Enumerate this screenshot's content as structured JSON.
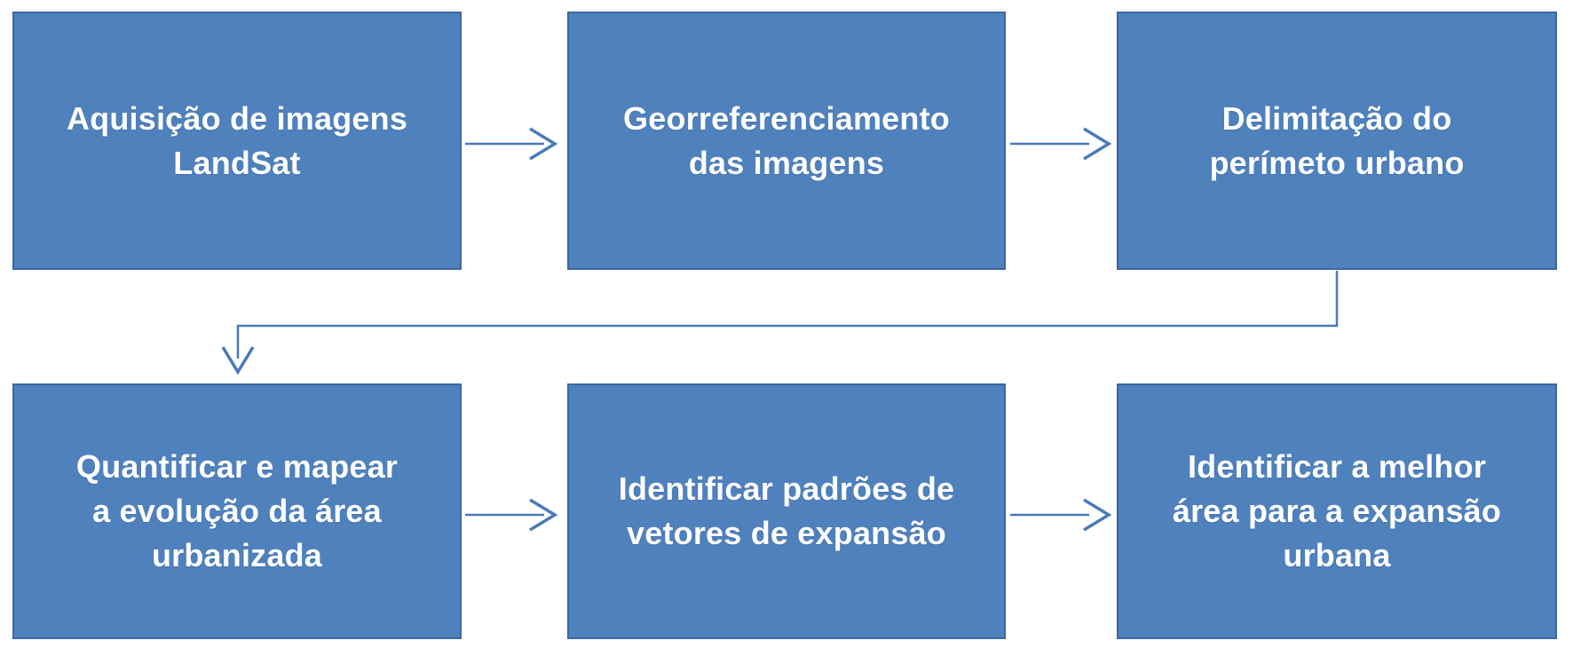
{
  "colors": {
    "box_fill": "#4f81bd",
    "box_border": "#3a67a5",
    "connector": "#4a7ab9",
    "text": "#ffffff",
    "background": "#ffffff"
  },
  "diagram": {
    "type": "flowchart",
    "boxes": [
      {
        "id": "step-1",
        "label": "Aquisição de imagens\nLandSat"
      },
      {
        "id": "step-2",
        "label": "Georreferenciamento\ndas imagens"
      },
      {
        "id": "step-3",
        "label": "Delimitação do\nperímeto urbano"
      },
      {
        "id": "step-4",
        "label": "Quantificar e mapear\na evolução da área\nurbanizada"
      },
      {
        "id": "step-5",
        "label": "Identificar padrões de\nvetores de expansão"
      },
      {
        "id": "step-6",
        "label": "Identificar a melhor\nárea para a expansão\nurbana"
      }
    ],
    "connections": [
      {
        "from": "step-1",
        "to": "step-2",
        "style": "straight-arrow"
      },
      {
        "from": "step-2",
        "to": "step-3",
        "style": "straight-arrow"
      },
      {
        "from": "step-3",
        "to": "step-4",
        "style": "elbow-arrow"
      },
      {
        "from": "step-4",
        "to": "step-5",
        "style": "straight-arrow"
      },
      {
        "from": "step-5",
        "to": "step-6",
        "style": "straight-arrow"
      }
    ]
  }
}
